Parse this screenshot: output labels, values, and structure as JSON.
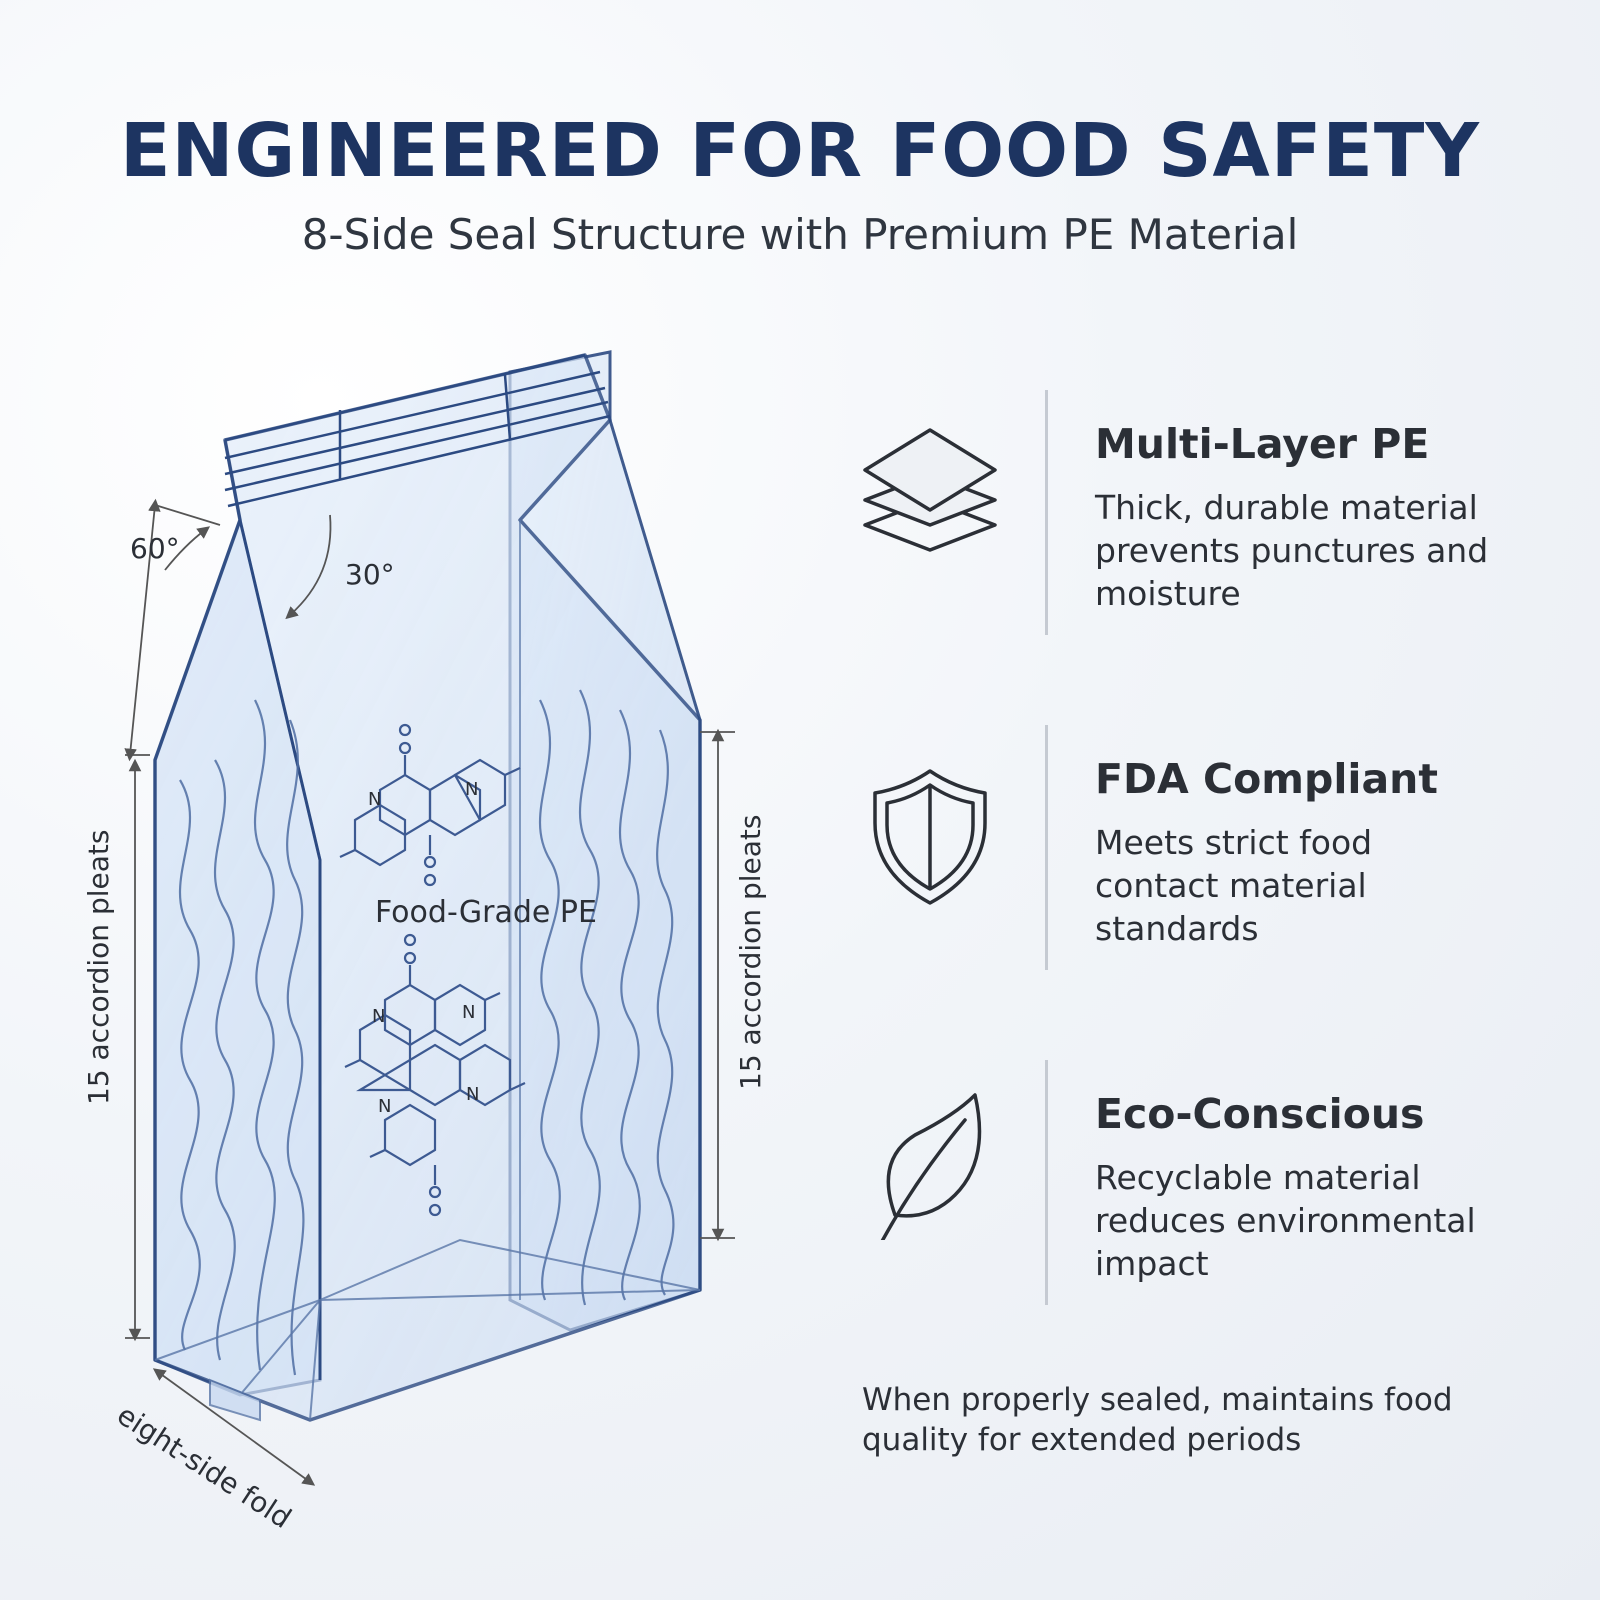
{
  "header": {
    "title": "ENGINEERED FOR FOOD SAFETY",
    "subtitle": "8-Side Seal Structure with Premium PE Material"
  },
  "diagram": {
    "angle_top_left": "60°",
    "angle_top_inner": "30°",
    "pleats_left": "15 accordion pleats",
    "pleats_right": "15 accordion pleats",
    "material_label": "Food-Grade PE",
    "fold_label": "eight-side fold",
    "molecule_atom": "N"
  },
  "features": [
    {
      "icon": "layers-icon",
      "heading": "Multi-Layer PE",
      "description": "Thick, durable material prevents punctures and moisture"
    },
    {
      "icon": "shield-icon",
      "heading": "FDA Compliant",
      "description": "Meets strict food contact material standards"
    },
    {
      "icon": "leaf-icon",
      "heading": "Eco-Conscious",
      "description": "Recyclable material reduces environmental impact"
    }
  ],
  "footer_note": "When properly sealed, maintains food quality for extended periods",
  "colors": {
    "title": "#1d3461",
    "bag_outline": "#2c4a82",
    "bag_fill": "#dce8f7",
    "text": "#2b2f36",
    "divider": "#c5cad2"
  }
}
